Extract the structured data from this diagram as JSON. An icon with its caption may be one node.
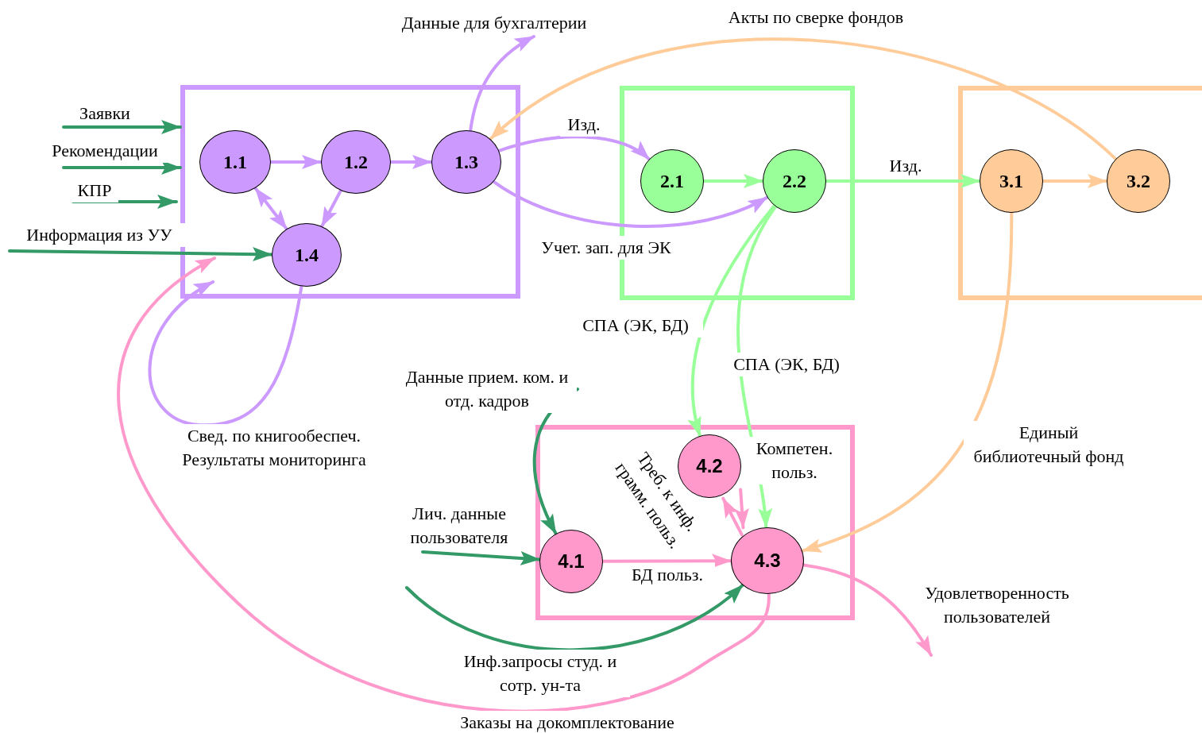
{
  "diagram": {
    "nodes": [
      {
        "text": [],
        "shape": "box"
      },
      {
        "text": [
          "1.1"
        ],
        "in": 0
      },
      {
        "text": [
          "1.2"
        ],
        "in": 0
      },
      {
        "text": [
          "1.3"
        ],
        "in": 0
      },
      {
        "text": [
          "1.4"
        ],
        "in": 0
      },
      {
        "text": [],
        "shape": "box"
      },
      {
        "text": [
          "2.1"
        ],
        "in": 5
      },
      {
        "text": [
          "2.2"
        ],
        "in": 5
      },
      {
        "text": [],
        "shape": "box"
      },
      {
        "text": [
          "3.1"
        ],
        "in": 8
      },
      {
        "text": [
          "3.2"
        ],
        "in": 8
      },
      {
        "text": [],
        "shape": "box"
      },
      {
        "text": [
          "4.1"
        ],
        "in": 11
      },
      {
        "text": [
          "4.2"
        ],
        "in": 11
      },
      {
        "text": [
          "4.3"
        ],
        "in": 11
      }
    ],
    "edges": [
      {
        "from": null,
        "to": 0,
        "arrow": "to",
        "label": "Заявки",
        "color": "#339966"
      },
      {
        "from": null,
        "to": 0,
        "arrow": "to",
        "label": "Рекомендации",
        "color": "#339966"
      },
      {
        "from": null,
        "to": 0,
        "arrow": "to",
        "label": "КПР",
        "color": "#339966"
      },
      {
        "from": null,
        "to": 4,
        "arrow": "to",
        "label": "Информация из УУ",
        "color": "#339966"
      },
      {
        "from": 1,
        "to": 2,
        "arrow": "to",
        "color": "#cc99ff"
      },
      {
        "from": 2,
        "to": 3,
        "arrow": "to",
        "color": "#cc99ff"
      },
      {
        "from": 2,
        "to": 4,
        "arrow": "to",
        "color": "#cc99ff"
      },
      {
        "from": 1,
        "to": 4,
        "arrow": "both",
        "color": "#cc99ff"
      },
      {
        "from": 3,
        "to": null,
        "arrow": "to",
        "label": "Данные для бухгалтерии",
        "color": "#cc99ff"
      },
      {
        "from": 10,
        "to": 3,
        "arrow": "to",
        "label": "Акты по сверке фондов",
        "color": "#ffcc99"
      },
      {
        "from": 3,
        "to": 6,
        "arrow": "to",
        "label": "Изд.",
        "color": "#cc99ff"
      },
      {
        "from": 3,
        "to": 7,
        "arrow": "to",
        "label": "Учет. зап. для ЭК",
        "color": "#cc99ff"
      },
      {
        "from": 6,
        "to": 7,
        "arrow": "to",
        "color": "#99ff99"
      },
      {
        "from": 7,
        "to": 9,
        "arrow": "to",
        "label": "Изд.",
        "color": "#99ff99"
      },
      {
        "from": 9,
        "to": 10,
        "arrow": "to",
        "color": "#ffcc99"
      },
      {
        "from": 7,
        "to": 13,
        "arrow": "to",
        "label": "СПА (ЭК, БД)",
        "color": "#99ff99"
      },
      {
        "from": 7,
        "to": 14,
        "arrow": "to",
        "label": "СПА (ЭК, БД)",
        "color": "#99ff99"
      },
      {
        "from": 9,
        "to": 14,
        "arrow": "to",
        "label": "Единый библиотечный фонд",
        "color": "#ffcc99"
      },
      {
        "from": 4,
        "to": 0,
        "arrow": "to",
        "label": "Свед. по книгообеспеч. Результаты мониторинга",
        "color": "#cc99ff"
      },
      {
        "from": 14,
        "to": 0,
        "arrow": "to",
        "label": "Заказы на докомплектование",
        "color": "#ff99cc"
      },
      {
        "from": null,
        "to": 12,
        "arrow": "to",
        "label": "Данные прием. ком. и отд. кадров",
        "color": "#339966"
      },
      {
        "from": null,
        "to": 12,
        "arrow": "to",
        "label": "Лич. данные пользователя",
        "color": "#339966"
      },
      {
        "from": null,
        "to": 14,
        "arrow": "to",
        "label": "Инф.запросы студ. и сотр. ун-та",
        "color": "#339966"
      },
      {
        "from": 12,
        "to": 14,
        "arrow": "to",
        "label": "БД польз.",
        "color": "#ff99cc"
      },
      {
        "from": 13,
        "to": 14,
        "arrow": "to",
        "label": "Компетен. польз.",
        "color": "#ff99cc"
      },
      {
        "from": 14,
        "to": 13,
        "arrow": "to",
        "label": "Треб. к инф. грамм. польз.",
        "color": "#ff99cc"
      },
      {
        "from": 14,
        "to": null,
        "arrow": "to",
        "label": "Удовлетворенность пользователей",
        "color": "#ff99cc"
      }
    ]
  }
}
